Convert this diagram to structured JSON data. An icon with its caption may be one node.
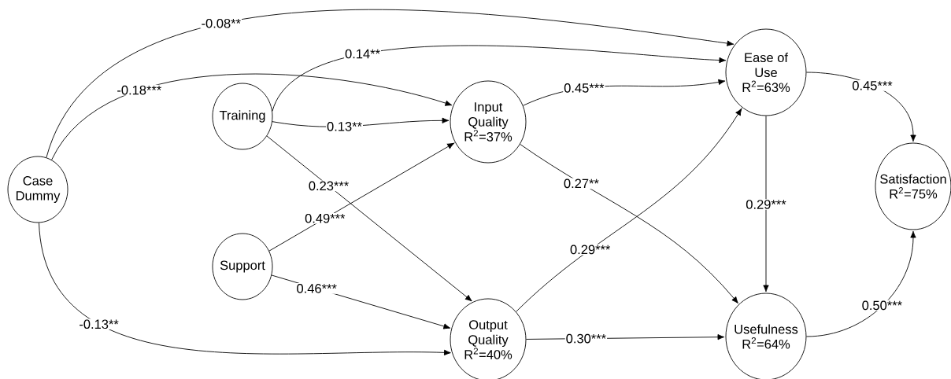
{
  "diagram": {
    "nodes": [
      {
        "text": [
          "Case Dummy"
        ]
      },
      {
        "text": [
          "Training"
        ]
      },
      {
        "text": [
          "Support"
        ]
      },
      {
        "text": [
          "Input Quality",
          "R$^{2}$=37%"
        ]
      },
      {
        "text": [
          "Output Quality",
          "R$^{2}$=40%"
        ]
      },
      {
        "text": [
          "Ease of Use",
          "R$^{2}$=63%"
        ]
      },
      {
        "text": [
          "Usefulness",
          "R$^{2}$=64%"
        ]
      },
      {
        "text": [
          "Satisfaction",
          "R$^{2}$=75%"
        ]
      }
    ],
    "edges": [
      {
        "from": 0,
        "to": 5,
        "arrow": "to",
        "label": "-0.08**"
      },
      {
        "from": 0,
        "to": 3,
        "arrow": "to",
        "label": "-0.18***"
      },
      {
        "from": 0,
        "to": 4,
        "arrow": "to",
        "label": "-0.13**"
      },
      {
        "from": 1,
        "to": 5,
        "arrow": "to",
        "label": "0.14**"
      },
      {
        "from": 1,
        "to": 3,
        "arrow": "to",
        "label": "0.13**"
      },
      {
        "from": 1,
        "to": 4,
        "arrow": "to",
        "label": "0.23***"
      },
      {
        "from": 2,
        "to": 3,
        "arrow": "to",
        "label": "0.49***"
      },
      {
        "from": 2,
        "to": 4,
        "arrow": "to",
        "label": "0.46***"
      },
      {
        "from": 3,
        "to": 5,
        "arrow": "to",
        "label": "0.45***"
      },
      {
        "from": 3,
        "to": 6,
        "arrow": "to",
        "label": "0.27**"
      },
      {
        "from": 4,
        "to": 5,
        "arrow": "to",
        "label": "0.29***"
      },
      {
        "from": 4,
        "to": 6,
        "arrow": "to",
        "label": "0.30***"
      },
      {
        "from": 5,
        "to": 6,
        "arrow": "to",
        "label": "0.29***"
      },
      {
        "from": 5,
        "to": 7,
        "arrow": "to",
        "label": "0.45***"
      },
      {
        "from": 6,
        "to": 7,
        "arrow": "to",
        "label": "0.50***"
      }
    ]
  }
}
